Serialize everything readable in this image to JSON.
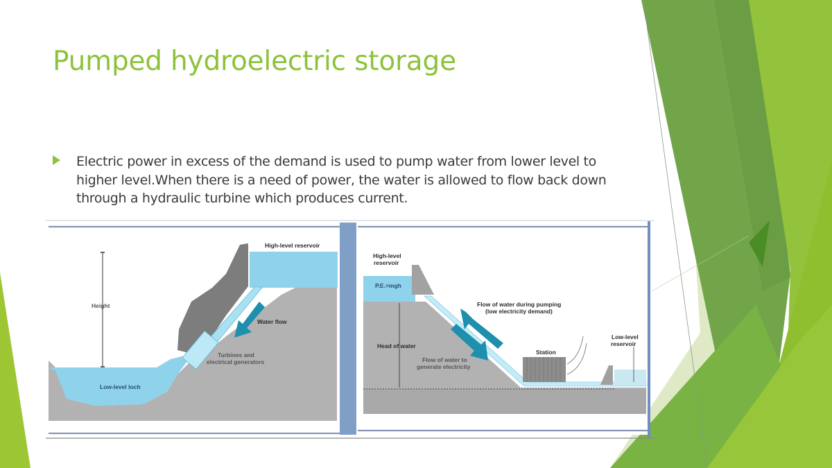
{
  "slide": {
    "title": "Pumped hydroelectric storage",
    "bullets": [
      {
        "icon": "triangle-bullet-icon",
        "text": "Electric power in excess of the demand is used to pump water from lower level to higher level.When there is a need of power, the water is allowed to flow back down through a hydraulic turbine which produces current."
      }
    ],
    "accent_color": "#8dc23a",
    "text_color": "#3a3a3a"
  },
  "diagram_left": {
    "labels": {
      "high_reservoir": "High-level reservoir",
      "height": "Height",
      "water_flow": "Water flow",
      "turbines_line1": "Turbines and",
      "turbines_line2": "electrical generators",
      "low_loch": "Low-level loch"
    }
  },
  "diagram_right": {
    "labels": {
      "high_reservoir_line1": "High-level",
      "high_reservoir_line2": "reservoir",
      "pe": "P.E.=mgh",
      "pumping_line1": "Flow of water during pumping",
      "pumping_line2": "(low electricity demand)",
      "head": "Head of water",
      "generate_line1": "Flow of water to",
      "generate_line2": "generate electricity",
      "station": "Station",
      "low_reservoir_line1": "Low-level",
      "low_reservoir_line2": "reservoir"
    }
  },
  "colors": {
    "water": "#8fd3ec",
    "rock": "#b5b5b5",
    "dark_rock": "#7c7c7c",
    "arrow": "#1e8fad",
    "frame": "#7f9fc6"
  }
}
